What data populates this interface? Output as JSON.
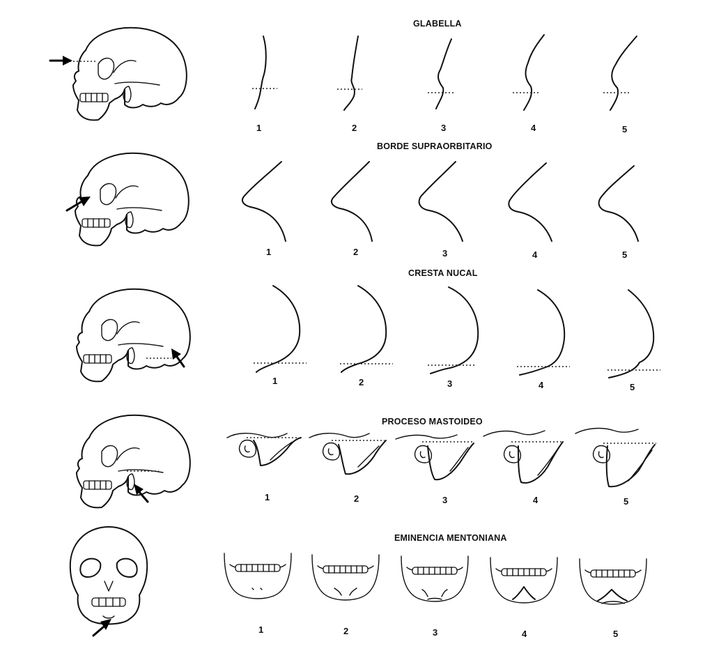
{
  "sections": [
    {
      "id": "glabella",
      "title": "GLABELLA",
      "labels": [
        "1",
        "2",
        "3",
        "4",
        "5"
      ]
    },
    {
      "id": "borde",
      "title": "BORDE SUPRAORBITARIO",
      "labels": [
        "1",
        "2",
        "3",
        "4",
        "5"
      ]
    },
    {
      "id": "cresta",
      "title": "CRESTA NUCAL",
      "labels": [
        "1",
        "2",
        "3",
        "4",
        "5"
      ]
    },
    {
      "id": "mastoideo",
      "title": "PROCESO MASTOIDEO",
      "labels": [
        "1",
        "2",
        "3",
        "4",
        "5"
      ]
    },
    {
      "id": "mentoniana",
      "title": "EMINENCIA MENTONIANA",
      "labels": [
        "1",
        "2",
        "3",
        "4",
        "5"
      ]
    }
  ]
}
